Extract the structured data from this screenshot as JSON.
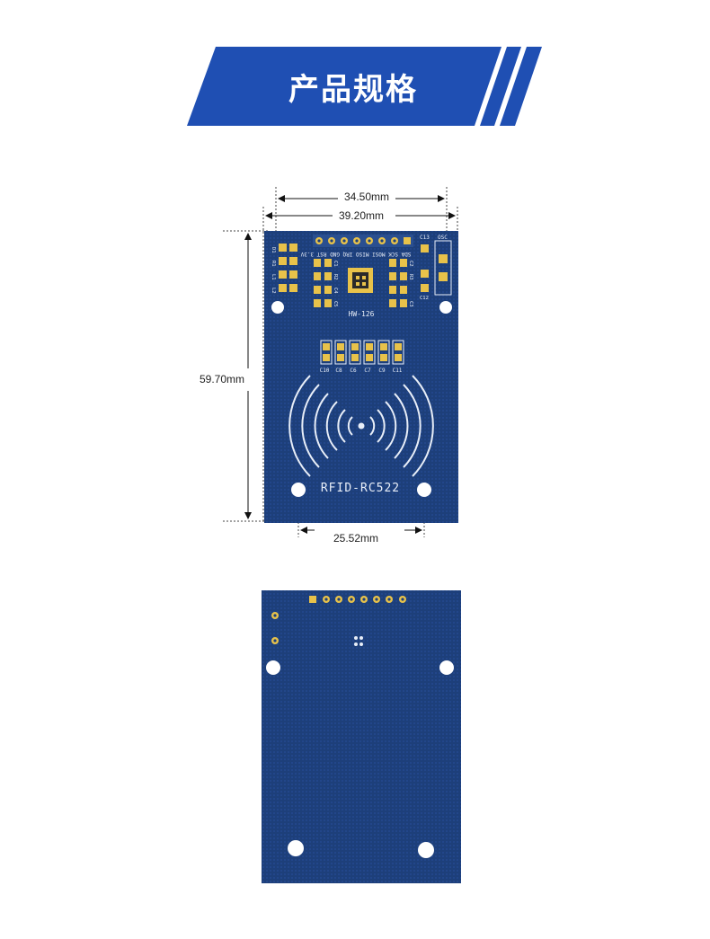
{
  "header": {
    "title": "产品规格",
    "banner_color": "#1f4fb3"
  },
  "dimensions": {
    "inner_width": "34.50mm",
    "outer_width": "39.20mm",
    "height": "59.70mm",
    "hole_spacing": "25.52mm"
  },
  "front_board": {
    "board_color": "#1d3f7a",
    "model_label": "HW-126",
    "product_label": "RFID-RC522",
    "pin_labels": "SDA SCK MOSI MISO IRQ GND RST 3.3V",
    "left_labels": [
      "D1",
      "R1",
      "L1",
      "L2"
    ],
    "top_labels": [
      "C13",
      "OSC"
    ],
    "center_labels_left": [
      "C1",
      "R2",
      "C4",
      "C5"
    ],
    "center_labels_right": [
      "C2",
      "R3",
      "C3"
    ],
    "right_labels": [
      "C12"
    ],
    "cap_labels": [
      "C10",
      "C8",
      "C6",
      "C7",
      "C9",
      "C11"
    ]
  },
  "back_board": {
    "board_color": "#1d3f7a"
  }
}
